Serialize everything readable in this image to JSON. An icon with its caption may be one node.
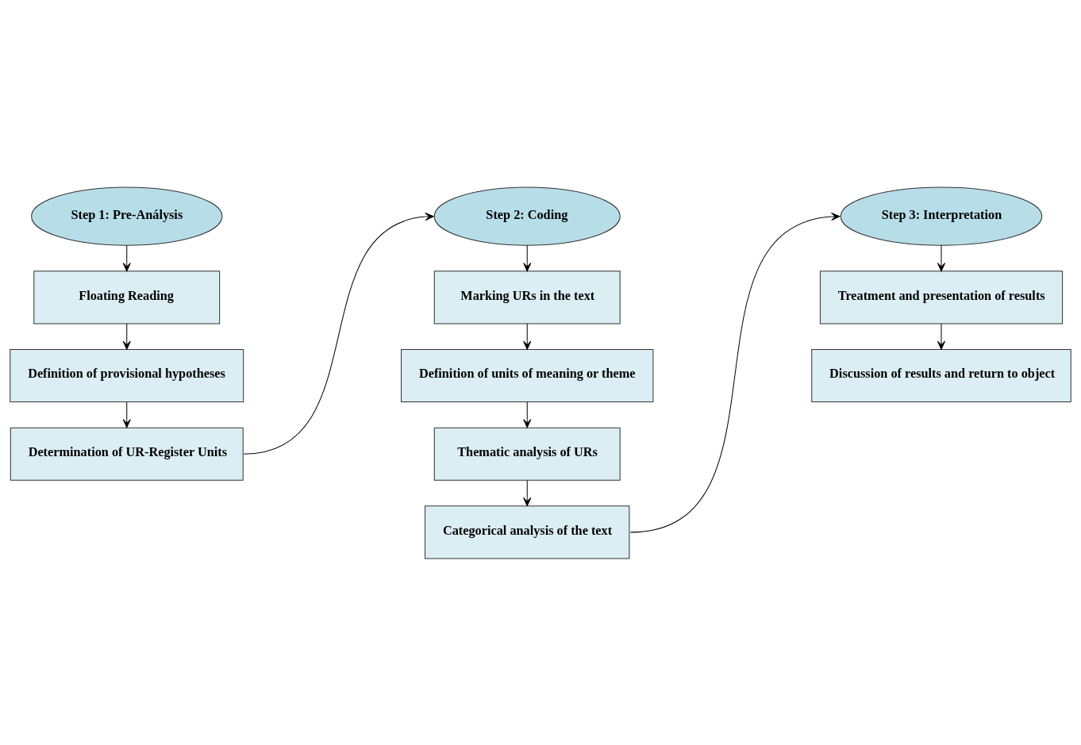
{
  "diagram": {
    "nodes": [
      {
        "text": [
          "Step 1: Pre-Análysis"
        ]
      },
      {
        "text": [
          "Floating Reading"
        ]
      },
      {
        "text": [
          "Definition of provisional hypotheses"
        ]
      },
      {
        "text": [
          "Determination of UR-Register Units"
        ]
      },
      {
        "text": [
          "Step 2: Coding"
        ]
      },
      {
        "text": [
          "Marking URs in the text"
        ]
      },
      {
        "text": [
          "Definition of units of meaning or theme"
        ]
      },
      {
        "text": [
          "Thematic analysis of URs"
        ]
      },
      {
        "text": [
          "Categorical analysis of the text"
        ]
      },
      {
        "text": [
          "Step 3: Interpretation"
        ]
      },
      {
        "text": [
          "Treatment and presentation of results"
        ]
      },
      {
        "text": [
          "Discussion of results and return to object"
        ]
      }
    ],
    "edges": [
      {
        "from": 0,
        "to": 1,
        "arrow": "to"
      },
      {
        "from": 1,
        "to": 2,
        "arrow": "to"
      },
      {
        "from": 2,
        "to": 3,
        "arrow": "to"
      },
      {
        "from": 3,
        "to": 4,
        "arrow": "to"
      },
      {
        "from": 4,
        "to": 5,
        "arrow": "to"
      },
      {
        "from": 5,
        "to": 6,
        "arrow": "to"
      },
      {
        "from": 6,
        "to": 7,
        "arrow": "to"
      },
      {
        "from": 7,
        "to": 8,
        "arrow": "to"
      },
      {
        "from": 8,
        "to": 9,
        "arrow": "to"
      },
      {
        "from": 9,
        "to": 10,
        "arrow": "to"
      },
      {
        "from": 10,
        "to": 11,
        "arrow": "to"
      }
    ]
  }
}
